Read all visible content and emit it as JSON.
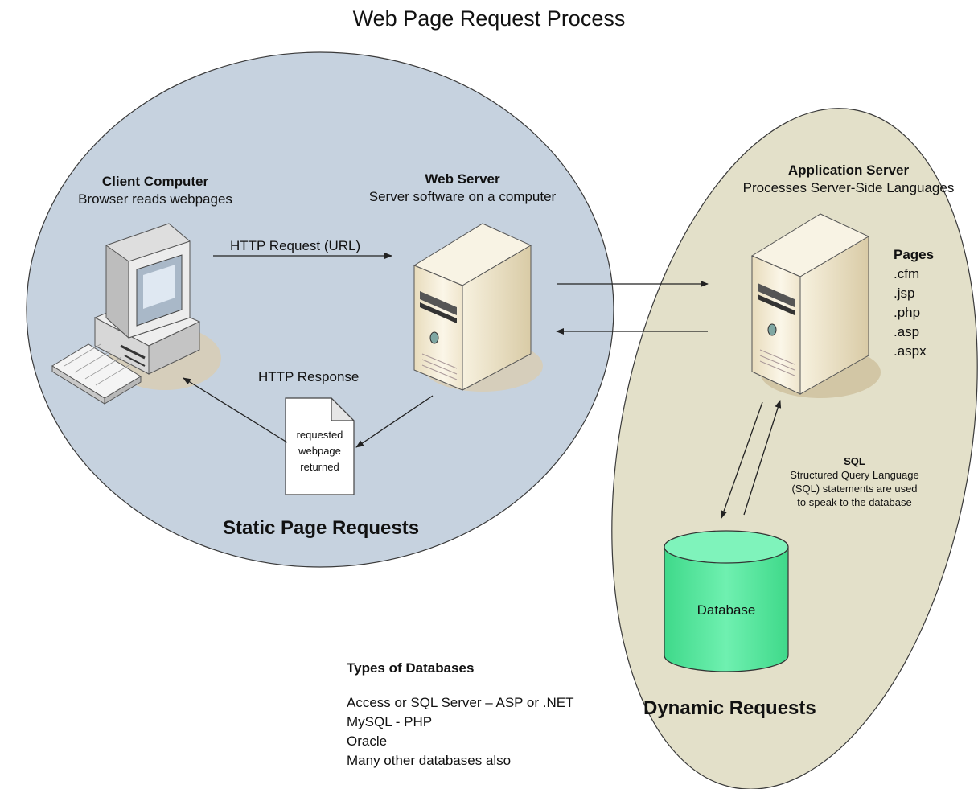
{
  "title": "Web Page Request Process",
  "client": {
    "name": "Client Computer",
    "desc": "Browser reads webpages"
  },
  "web_server": {
    "name": "Web Server",
    "desc": "Server software on a computer"
  },
  "app_server": {
    "name": "Application Server",
    "desc": "Processes Server-Side Languages"
  },
  "http_request": "HTTP Request (URL)",
  "http_response": "HTTP Response",
  "document": {
    "line1": "requested",
    "line2": "webpage",
    "line3": "returned"
  },
  "pages": {
    "heading": "Pages",
    "items": [
      ".cfm",
      ".jsp",
      ".php",
      ".asp",
      ".aspx"
    ]
  },
  "sql": {
    "heading": "SQL",
    "line1": "Structured Query Language",
    "line2": "(SQL) statements are used",
    "line3": "to speak to the database"
  },
  "database_label": "Database",
  "static_label": "Static Page Requests",
  "dynamic_label": "Dynamic Requests",
  "db_types": {
    "heading": "Types of Databases",
    "items": [
      "Access or SQL Server – ASP or .NET",
      "MySQL - PHP",
      "Oracle",
      "Many other databases also"
    ]
  },
  "colors": {
    "static_region": "#c6d2df",
    "dynamic_region": "#e3e0c9",
    "database": "#4fe59d",
    "server_body": "#f3ecd7",
    "arrow": "#222222"
  }
}
